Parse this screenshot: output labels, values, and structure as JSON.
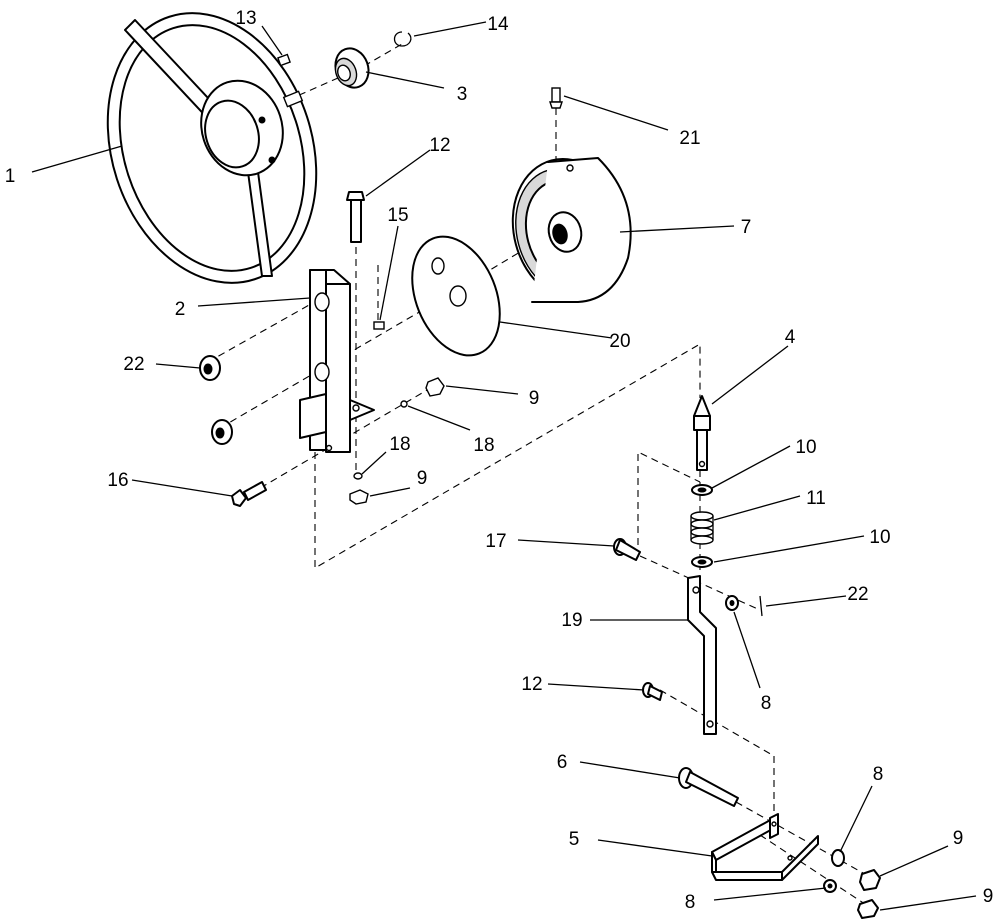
{
  "callouts": [
    {
      "id": "c1",
      "text": "1"
    },
    {
      "id": "c2",
      "text": "2"
    },
    {
      "id": "c3",
      "text": "3"
    },
    {
      "id": "c4",
      "text": "4"
    },
    {
      "id": "c5",
      "text": "5"
    },
    {
      "id": "c6",
      "text": "6"
    },
    {
      "id": "c7",
      "text": "7"
    },
    {
      "id": "c8a",
      "text": "8"
    },
    {
      "id": "c8b",
      "text": "8"
    },
    {
      "id": "c8c",
      "text": "8"
    },
    {
      "id": "c9a",
      "text": "9"
    },
    {
      "id": "c9b",
      "text": "9"
    },
    {
      "id": "c9c",
      "text": "9"
    },
    {
      "id": "c9d",
      "text": "9"
    },
    {
      "id": "c10a",
      "text": "10"
    },
    {
      "id": "c10b",
      "text": "10"
    },
    {
      "id": "c11",
      "text": "11"
    },
    {
      "id": "c12a",
      "text": "12"
    },
    {
      "id": "c12b",
      "text": "12"
    },
    {
      "id": "c13",
      "text": "13"
    },
    {
      "id": "c14",
      "text": "14"
    },
    {
      "id": "c15",
      "text": "15"
    },
    {
      "id": "c16",
      "text": "16"
    },
    {
      "id": "c17",
      "text": "17"
    },
    {
      "id": "c18a",
      "text": "18"
    },
    {
      "id": "c18b",
      "text": "18"
    },
    {
      "id": "c19",
      "text": "19"
    },
    {
      "id": "c20",
      "text": "20"
    },
    {
      "id": "c21",
      "text": "21"
    },
    {
      "id": "c22a",
      "text": "22"
    },
    {
      "id": "c22b",
      "text": "22"
    }
  ]
}
